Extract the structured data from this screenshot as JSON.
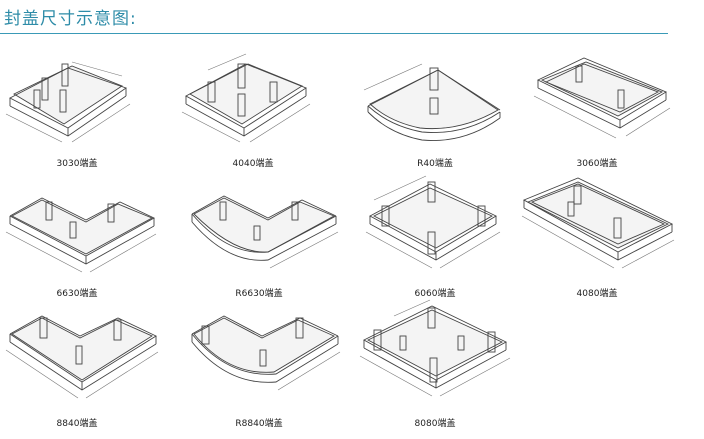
{
  "title": "封盖尺寸示意图:",
  "items": [
    {
      "label": "3030端盖"
    },
    {
      "label": "4040端盖"
    },
    {
      "label": "R40端盖"
    },
    {
      "label": "3060端盖"
    },
    {
      "label": "6630端盖"
    },
    {
      "label": "R6630端盖"
    },
    {
      "label": "6060端盖"
    },
    {
      "label": "4080端盖"
    },
    {
      "label": "8840端盖"
    },
    {
      "label": "R8840端盖"
    },
    {
      "label": "8080端盖"
    }
  ]
}
